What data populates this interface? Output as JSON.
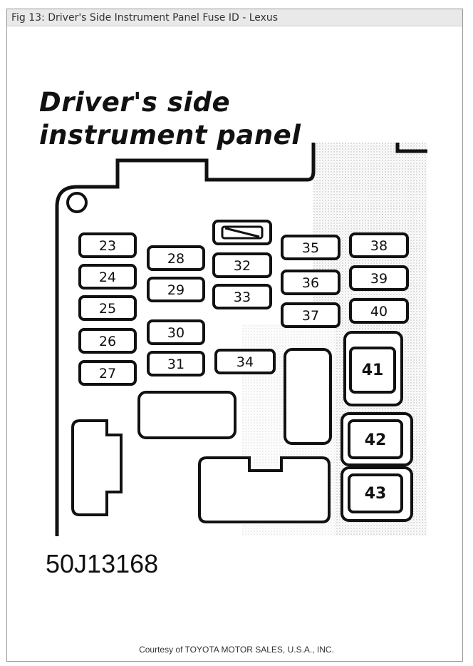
{
  "window": {
    "title": "Fig 13: Driver's Side Instrument Panel Fuse ID - Lexus"
  },
  "heading": {
    "line1": "Driver's side",
    "line2": "instrument panel"
  },
  "fuses": {
    "f23": "23",
    "f24": "24",
    "f25": "25",
    "f26": "26",
    "f27": "27",
    "f28": "28",
    "f29": "29",
    "f30": "30",
    "f31": "31",
    "f32": "32",
    "f33": "33",
    "f34": "34",
    "f35": "35",
    "f36": "36",
    "f37": "37",
    "f38": "38",
    "f39": "39",
    "f40": "40"
  },
  "relays": {
    "r41": "41",
    "r42": "42",
    "r43": "43"
  },
  "diagram_code": "50J13168",
  "credit": "Courtesy of TOYOTA MOTOR SALES, U.S.A., INC."
}
